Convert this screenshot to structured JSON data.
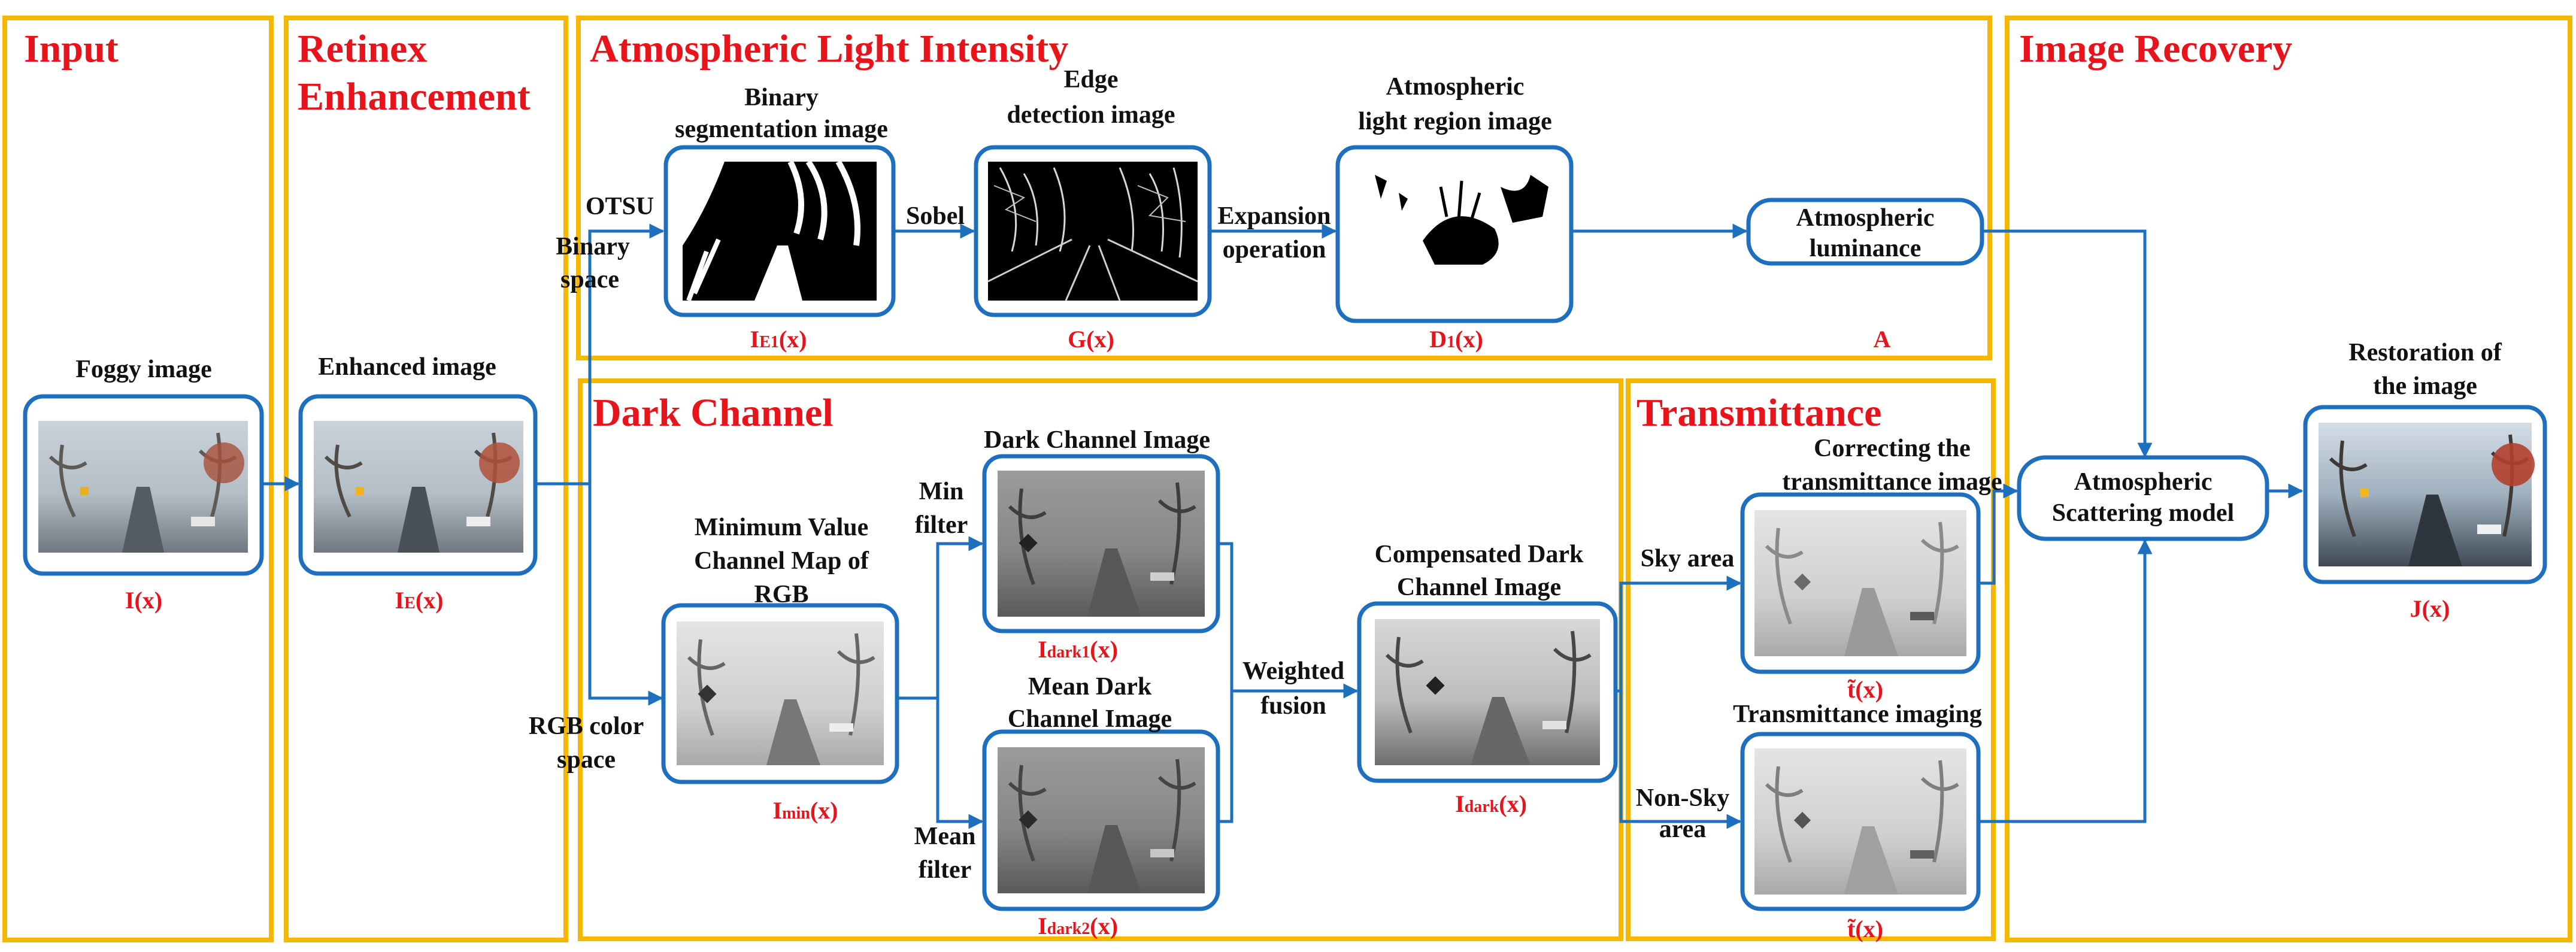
{
  "sections": {
    "input": "Input",
    "retinex": [
      "Retinex",
      "Enhancement"
    ],
    "atmospheric": "Atmospheric Light Intensity",
    "dark_channel": "Dark Channel",
    "transmittance": "Transmittance",
    "recovery": "Image Recovery"
  },
  "input": {
    "caption": "Foggy image",
    "symbol": "I(x)"
  },
  "enhanced": {
    "caption": "Enhanced image",
    "symbol_main": "I",
    "symbol_sub": "E",
    "symbol_end": "(x)"
  },
  "binary": {
    "caption": [
      "Binary",
      "segmentation image"
    ],
    "symbol_main": "I",
    "symbol_sub": "E1",
    "symbol_end": "(x)"
  },
  "edge": {
    "caption": [
      "Edge",
      "detection image"
    ],
    "symbol": "G(x)"
  },
  "atm_region": {
    "caption": [
      "Atmospheric",
      "light region image"
    ],
    "symbol_main": "D",
    "symbol_sub": "1",
    "symbol_end": "(x)"
  },
  "atm_luminance": {
    "label": [
      "Atmospheric",
      "luminance"
    ],
    "symbol": "A"
  },
  "min_channel": {
    "caption": [
      "Minimum Value",
      "Channel Map of",
      "RGB"
    ],
    "symbol_main": "I",
    "symbol_sub": "min",
    "symbol_end": "(x)"
  },
  "dark1": {
    "caption": "Dark Channel Image",
    "symbol_main": "I",
    "symbol_sub": "dark1",
    "symbol_end": "(x)"
  },
  "dark2": {
    "caption": [
      "Mean Dark",
      "Channel Image"
    ],
    "symbol_main": "I",
    "symbol_sub": "dark2",
    "symbol_end": "(x)"
  },
  "compensated": {
    "caption": [
      "Compensated Dark",
      "Channel Image"
    ],
    "symbol_main": "I",
    "symbol_sub": "dark",
    "symbol_end": "(x)"
  },
  "corrected_t": {
    "caption": [
      "Correcting the",
      "transmittance image"
    ],
    "symbol": "t̃(x)"
  },
  "trans_img": {
    "caption": "Transmittance imaging",
    "symbol": "t̃(x)"
  },
  "scattering": {
    "label": [
      "Atmospheric",
      "Scattering model"
    ]
  },
  "restored": {
    "caption": [
      "Restoration of",
      "the image"
    ],
    "symbol": "J(x)"
  },
  "edge_labels": {
    "otsu": "OTSU",
    "binary_space": [
      "Binary",
      "space"
    ],
    "sobel": "Sobel",
    "expansion": [
      "Expansion",
      "operation"
    ],
    "rgb_space": [
      "RGB color",
      "space"
    ],
    "min_filter": [
      "Min",
      "filter"
    ],
    "mean_filter": [
      "Mean",
      "filter"
    ],
    "weighted": [
      "Weighted",
      "fusion"
    ],
    "sky": "Sky area",
    "non_sky": [
      "Non-Sky",
      "area"
    ]
  },
  "colors": {
    "section_border": "#f5b800",
    "section_title": "#e8141c",
    "node_border": "#1f6fbf",
    "arrow": "#1f6fbf"
  }
}
